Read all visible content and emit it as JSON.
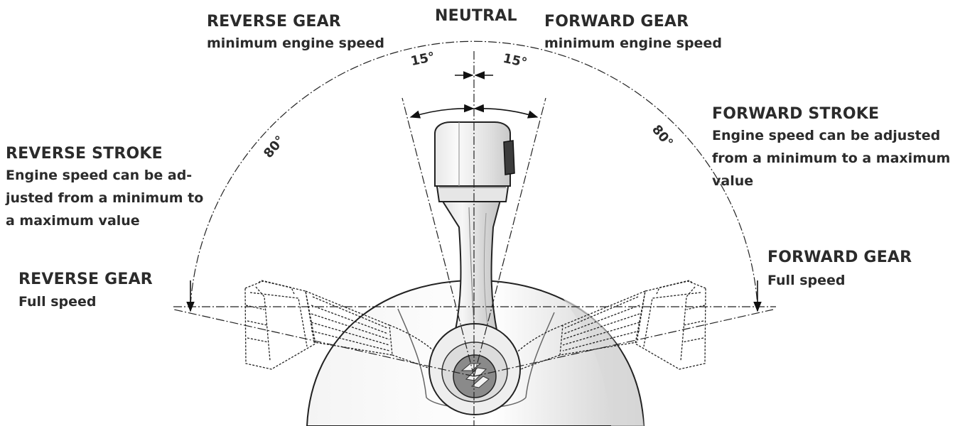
{
  "labels": {
    "reverse_gear_min": {
      "title": "REVERSE GEAR",
      "sub": "minimum engine speed"
    },
    "neutral": {
      "title": "NEUTRAL"
    },
    "forward_gear_min": {
      "title": "FORWARD GEAR",
      "sub": "minimum engine speed"
    },
    "forward_stroke": {
      "title": "FORWARD STROKE",
      "line1": "Engine speed can be adjusted",
      "line2": "from a minimum to a maximum",
      "line3": "value"
    },
    "reverse_stroke": {
      "title": "REVERSE STROKE",
      "line1": "Engine speed can be ad-",
      "line2": "justed from a minimum to",
      "line3": "a maximum value"
    },
    "reverse_gear_full": {
      "title": "REVERSE GEAR",
      "sub": "Full speed"
    },
    "forward_gear_full": {
      "title": "FORWARD GEAR",
      "sub": "Full speed"
    }
  },
  "angles": {
    "reverse_min": "15°",
    "forward_min": "15°",
    "reverse_stroke": "80°",
    "forward_stroke": "80°"
  }
}
